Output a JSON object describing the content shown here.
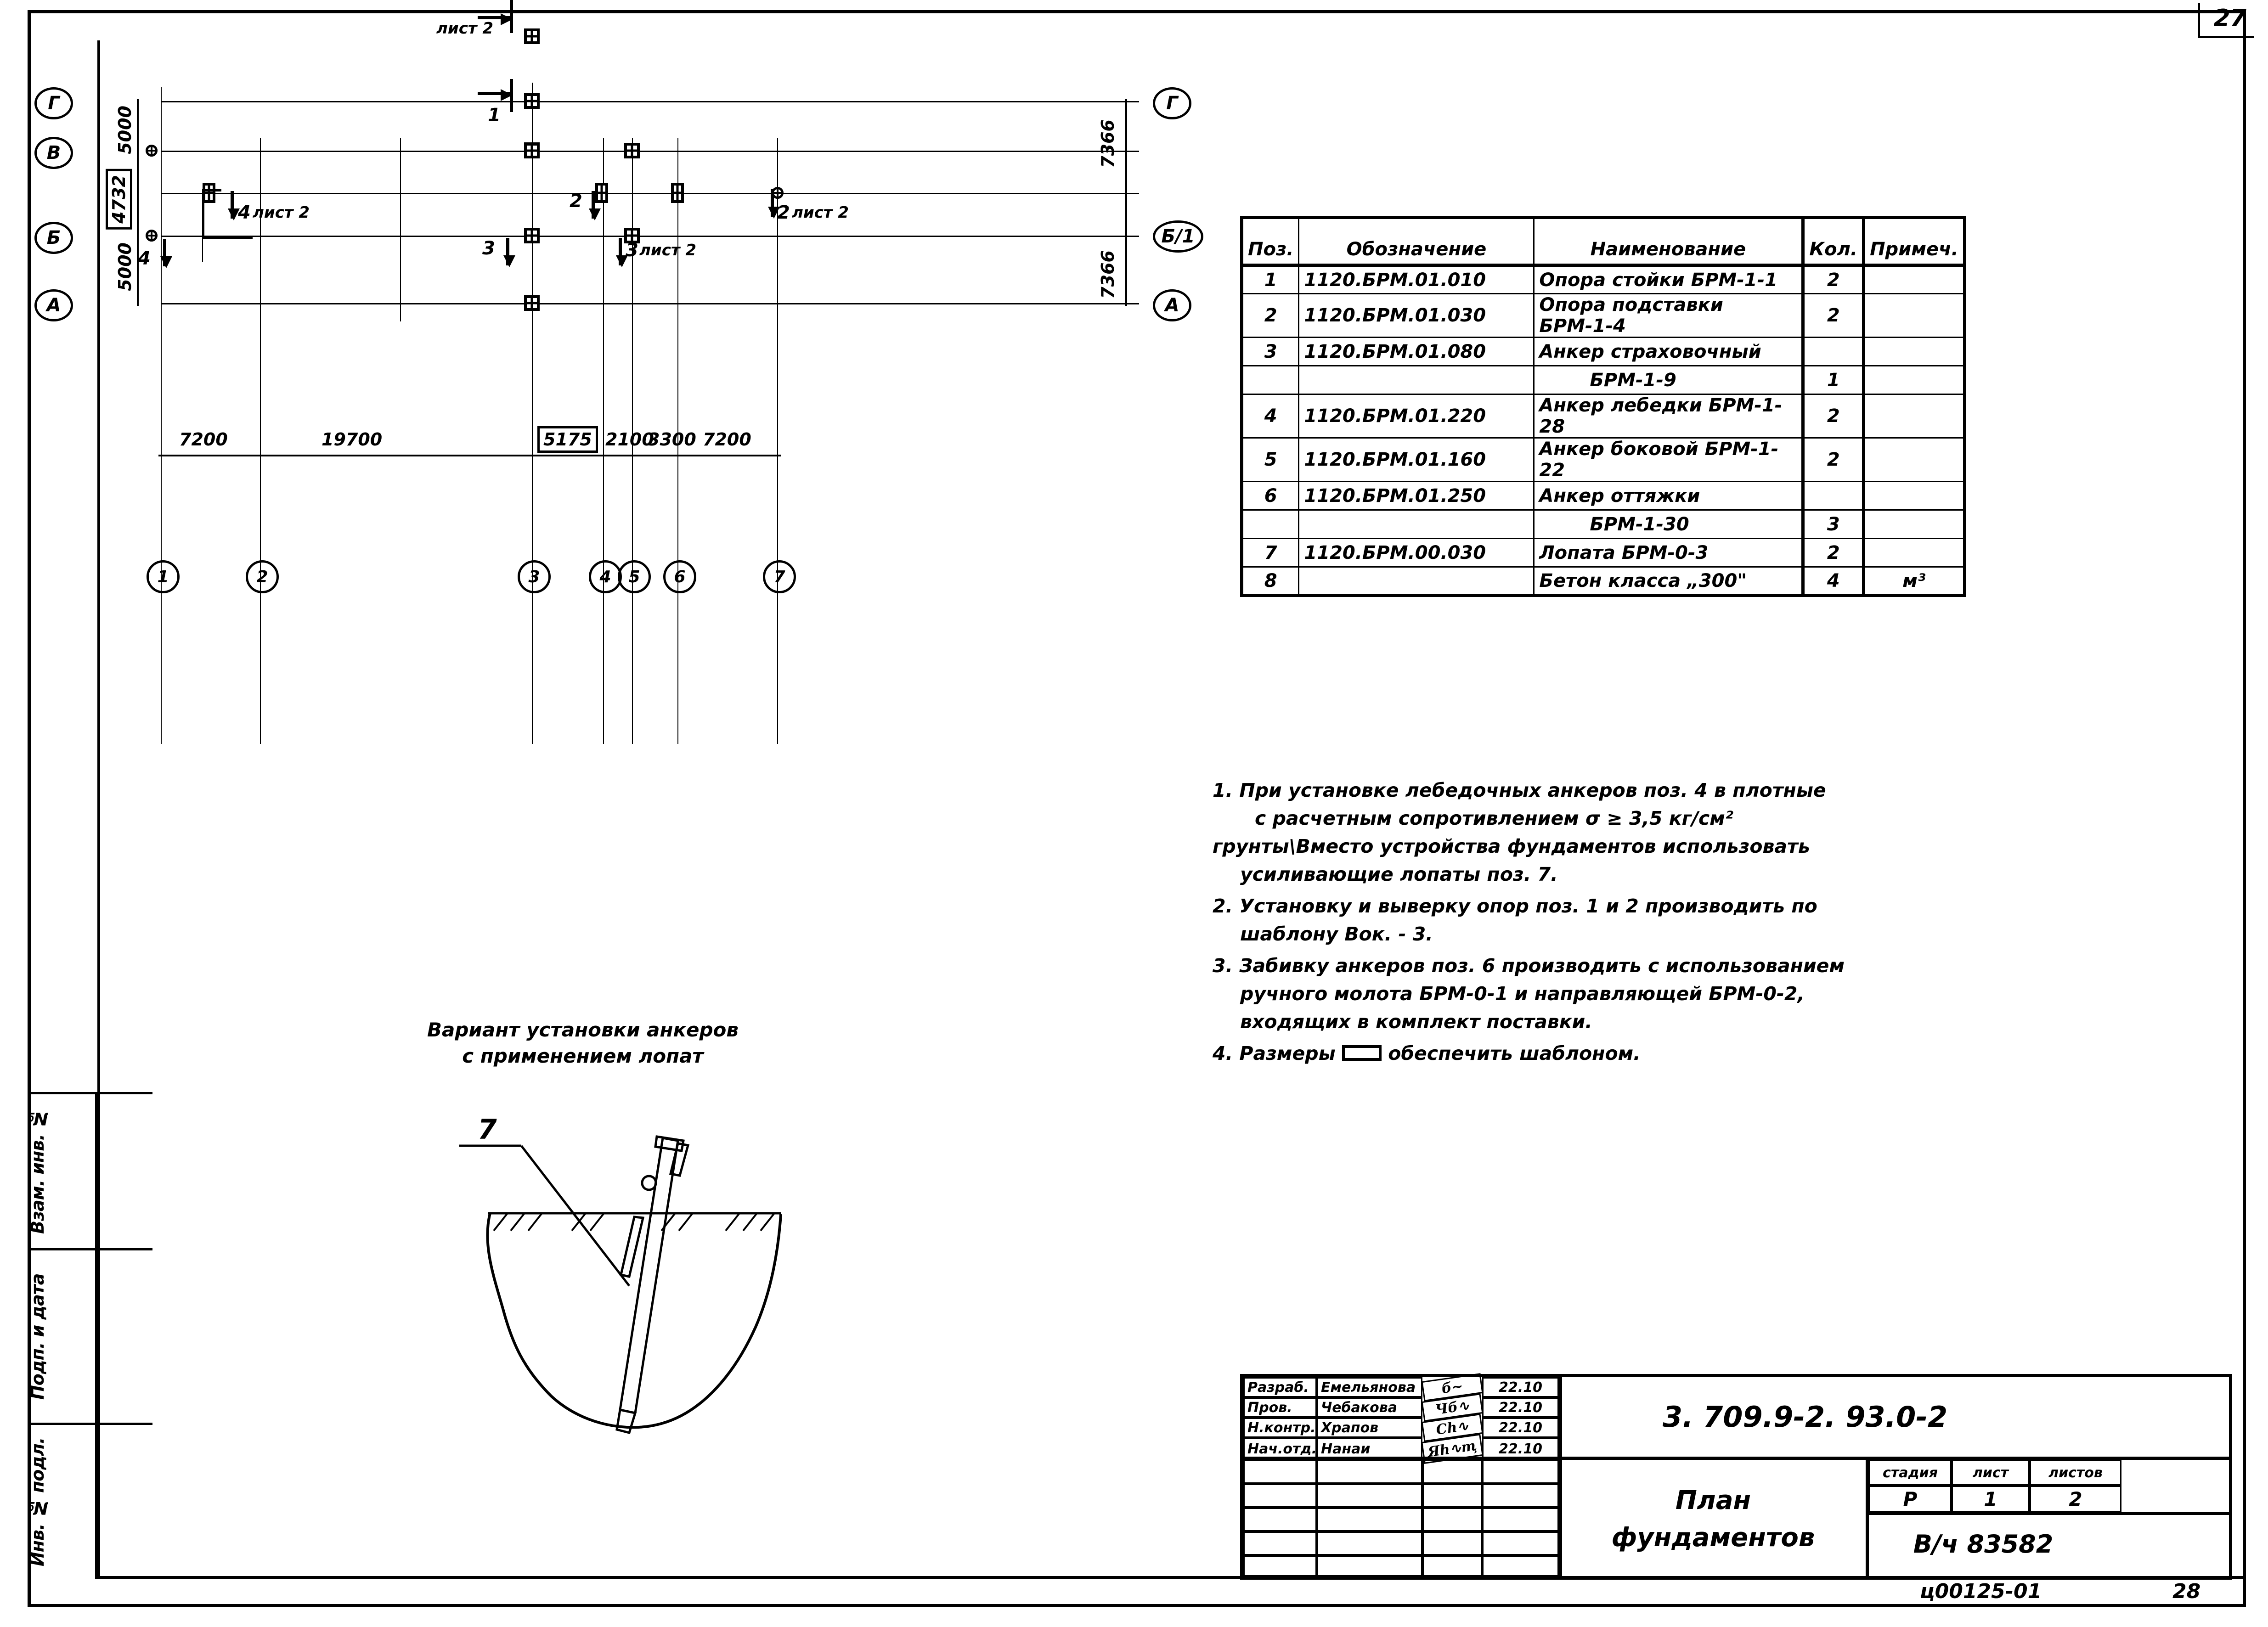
{
  "sheet": {
    "top_page_number": "27",
    "bottom_code": "ц00125-01",
    "bottom_page_number": "28"
  },
  "left_margin": {
    "labels": [
      "Взам. инв. №",
      "Подп. и дата",
      "Инв. № подл."
    ]
  },
  "plan": {
    "horizontal_axes": [
      "Г",
      "В",
      "Б",
      "А"
    ],
    "right_axes": [
      "Г",
      "Б/1",
      "А"
    ],
    "grid_numbers": [
      "1",
      "2",
      "3",
      "4",
      "5",
      "6",
      "7"
    ],
    "vertical_dims_left": [
      "5000",
      "5000"
    ],
    "vertical_dim_boxed_left": "4732",
    "vertical_dims_right": [
      "7366",
      "7366"
    ],
    "horizontal_dims": [
      "7200",
      "19700",
      "2100",
      "3300",
      "7200"
    ],
    "horizontal_dim_boxed": "5175",
    "section_callouts": [
      {
        "num": "1",
        "sheet": "лист 2"
      },
      {
        "num": "1",
        "sheet": ""
      },
      {
        "num": "4",
        "sheet": "лист 2"
      },
      {
        "num": "2",
        "sheet": ""
      },
      {
        "num": "2",
        "sheet": "лист 2"
      },
      {
        "num": "3",
        "sheet": ""
      },
      {
        "num": "3",
        "sheet": "лист 2"
      },
      {
        "num": "4",
        "sheet": ""
      }
    ]
  },
  "variant_detail": {
    "title_line1": "Вариант установки анкеров",
    "title_line2": "с применением лопат",
    "callout": "7"
  },
  "spec_table": {
    "headers": [
      "Поз.",
      "Обозначение",
      "Наименование",
      "Кол.",
      "Примеч."
    ],
    "rows": [
      {
        "pos": "1",
        "designation": "1120.БРМ.01.010",
        "name": "Опора стойки БРМ-1-1",
        "qty": "2",
        "note": "",
        "indent": false
      },
      {
        "pos": "2",
        "designation": "1120.БРМ.01.030",
        "name": "Опора подставки БРМ-1-4",
        "qty": "2",
        "note": "",
        "indent": false
      },
      {
        "pos": "3",
        "designation": "1120.БРМ.01.080",
        "name": "Анкер страховочный",
        "qty": "",
        "note": "",
        "indent": false
      },
      {
        "pos": "",
        "designation": "",
        "name": "БРМ-1-9",
        "qty": "1",
        "note": "",
        "indent": true
      },
      {
        "pos": "4",
        "designation": "1120.БРМ.01.220",
        "name": "Анкер лебедки БРМ-1-28",
        "qty": "2",
        "note": "",
        "indent": false
      },
      {
        "pos": "5",
        "designation": "1120.БРМ.01.160",
        "name": "Анкер боковой БРМ-1-22",
        "qty": "2",
        "note": "",
        "indent": false
      },
      {
        "pos": "6",
        "designation": "1120.БРМ.01.250",
        "name": "Анкер оттяжки",
        "qty": "",
        "note": "",
        "indent": false
      },
      {
        "pos": "",
        "designation": "",
        "name": "БРМ-1-30",
        "qty": "3",
        "note": "",
        "indent": true
      },
      {
        "pos": "7",
        "designation": "1120.БРМ.00.030",
        "name": "Лопата БРМ-0-3",
        "qty": "2",
        "note": "",
        "indent": false
      },
      {
        "pos": "8",
        "designation": "",
        "name": "Бетон класса „300\"",
        "qty": "4",
        "note": "м³",
        "indent": false
      }
    ]
  },
  "notes": [
    {
      "number": "1.",
      "lines": [
        "При установке лебедочных анкеров поз. 4 в плотные",
        "с расчетным сопротивлением σ ≥ 3,5 кг/см²",
        "грунты\\Вместо устройства фундаментов использовать",
        "усиливающие лопаты поз. 7."
      ]
    },
    {
      "number": "2.",
      "lines": [
        "Установку и выверку опор поз. 1 и 2 производить по",
        "шаблону Вок. - 3."
      ]
    },
    {
      "number": "3.",
      "lines": [
        "Забивку анкеров поз. 6 производить с использованием",
        "ручного молота БРМ-0-1 и направляющей БРМ-0-2,",
        "входящих в комплект поставки."
      ]
    },
    {
      "number": "4.",
      "lines": [
        "Размеры [] обеспечить шаблоном."
      ]
    }
  ],
  "title_block": {
    "signature_rows": [
      {
        "role": "Разраб.",
        "name": "Емельянова",
        "signature": "б~",
        "date": "22.10"
      },
      {
        "role": "Пров.",
        "name": "Чебакова",
        "signature": "Чб∿",
        "date": "22.10"
      },
      {
        "role": "Н.контр.",
        "name": "Храпов",
        "signature": "Сһ∿",
        "date": "22.10"
      },
      {
        "role": "Нач.отд.",
        "name": "Нанаи",
        "signature": "Яһ∿ҭ",
        "date": "22.10"
      }
    ],
    "document_code": "3. 709.9-2. 93.0-2",
    "drawing_name_line1": "План",
    "drawing_name_line2": "фундаментов",
    "stage_headers": [
      "стадия",
      "лист",
      "листов"
    ],
    "stage_values": [
      "Р",
      "1",
      "2"
    ],
    "organization": "В/ч 83582"
  }
}
